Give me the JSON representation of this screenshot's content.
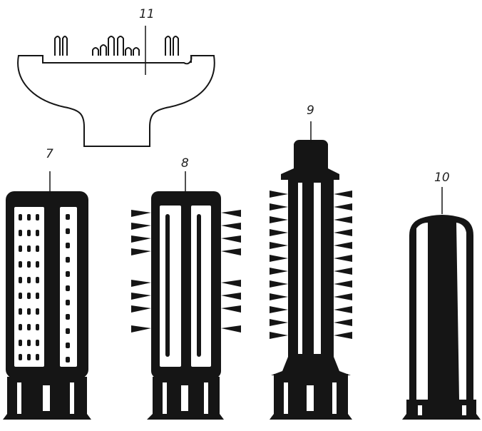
{
  "labels": {
    "part7": "7",
    "part8": "8",
    "part9": "9",
    "part10": "10",
    "part11": "11"
  },
  "colors": {
    "ink": "#151515",
    "paper": "#ffffff",
    "highlight": "#ffffff"
  },
  "parts": [
    {
      "number": "7",
      "depiction": "perforated-brush-attachment"
    },
    {
      "number": "8",
      "depiction": "half-bristle-brush-attachment"
    },
    {
      "number": "9",
      "depiction": "round-bristle-brush-attachment"
    },
    {
      "number": "10",
      "depiction": "smoothing-cap"
    },
    {
      "number": "11",
      "depiction": "comb-nozzle-outline"
    }
  ]
}
